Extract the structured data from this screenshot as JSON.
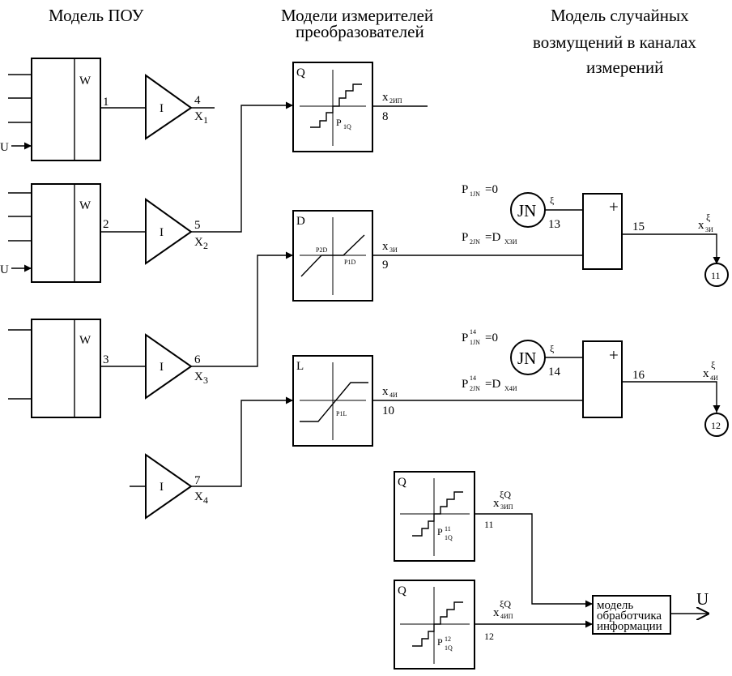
{
  "headers": {
    "plant": "Модель ПОУ",
    "sensors_line1": "Модели измерителей",
    "sensors_line2": "преобразователей",
    "noise_line1": "Модель случайных",
    "noise_line2": "возмущений в каналах",
    "noise_line3": "измерений"
  },
  "plant_blocks": [
    {
      "label": "W",
      "out_node": "1",
      "input": "U"
    },
    {
      "label": "W",
      "out_node": "2",
      "input": "U"
    },
    {
      "label": "W",
      "out_node": "3"
    }
  ],
  "integrators": [
    {
      "label": "I",
      "node": "4",
      "var": "X",
      "sub": "1"
    },
    {
      "label": "I",
      "node": "5",
      "var": "X",
      "sub": "2"
    },
    {
      "label": "I",
      "node": "6",
      "var": "X",
      "sub": "3"
    },
    {
      "label": "I",
      "node": "7",
      "var": "X",
      "sub": "4"
    }
  ],
  "sensors": [
    {
      "letter": "Q",
      "param": "P",
      "param_sub": "1Q",
      "out_var": "x",
      "out_sub": "2ИП",
      "node": "8"
    },
    {
      "letter": "D",
      "param_a": "P2D",
      "param_b": "P1D",
      "out_var": "x",
      "out_sub": "3И",
      "node": "9"
    },
    {
      "letter": "L",
      "param": "P1L",
      "out_var": "x",
      "out_sub": "4И",
      "node": "10"
    }
  ],
  "noise": [
    {
      "gen": "JN",
      "xi": "ξ",
      "node": "13",
      "p1": "P",
      "p1_sub": "1JN",
      "p1_val": "=0",
      "p2": "P",
      "p2_sub": "2JN",
      "p2_val": "=D",
      "p2_val_sub": "X3И",
      "sum": "+",
      "out_node": "15",
      "out_var": "x",
      "out_sub": "3И",
      "out_sup": "ξ",
      "conn": "11"
    },
    {
      "gen": "JN",
      "xi": "ξ",
      "node": "14",
      "p1": "P",
      "p1_sup": "14",
      "p1_sub": "1JN",
      "p1_val": "=0",
      "p2": "P",
      "p2_sup": "14",
      "p2_sub": "2JN",
      "p2_val": "=D",
      "p2_val_sub": "X4И",
      "sum": "+",
      "out_node": "16",
      "out_var": "x",
      "out_sub": "4И",
      "out_sup": "ξ",
      "conn": "12"
    }
  ],
  "quantizers": [
    {
      "letter": "Q",
      "param": "P",
      "param_sup": "11",
      "param_sub": "1Q",
      "out_var": "x",
      "out_sub": "3ИП",
      "out_sup": "ξQ",
      "node": "11"
    },
    {
      "letter": "Q",
      "param": "P",
      "param_sup": "12",
      "param_sub": "1Q",
      "out_var": "x",
      "out_sub": "4ИП",
      "out_sup": "ξQ",
      "node": "12"
    }
  ],
  "processor": {
    "line1": "модель",
    "line2": "обработчика",
    "line3": "информации",
    "output": "U"
  }
}
